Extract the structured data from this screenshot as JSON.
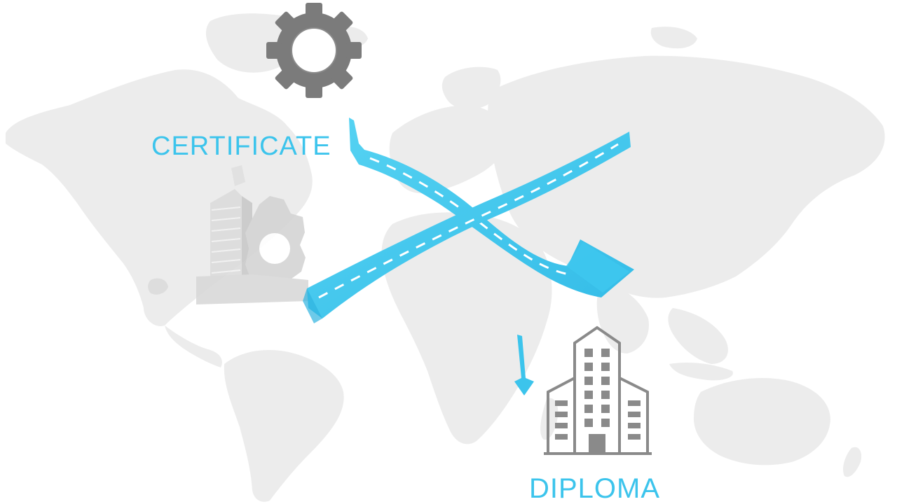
{
  "labels": {
    "certificate": "CERTIFICATE",
    "diploma": "DIPLOMA"
  },
  "icons": {
    "gear": "gear-icon",
    "building": "office-building-icon",
    "decorative_building_gear": "building-with-gear-icon",
    "world_map": "world-map-background"
  },
  "colors": {
    "accent": "#3cc4ec",
    "accent_dark": "#22a6d4",
    "icon_gray": "#7b7b7b",
    "map_gray": "#ececec",
    "lane_marking": "#ffffff"
  }
}
